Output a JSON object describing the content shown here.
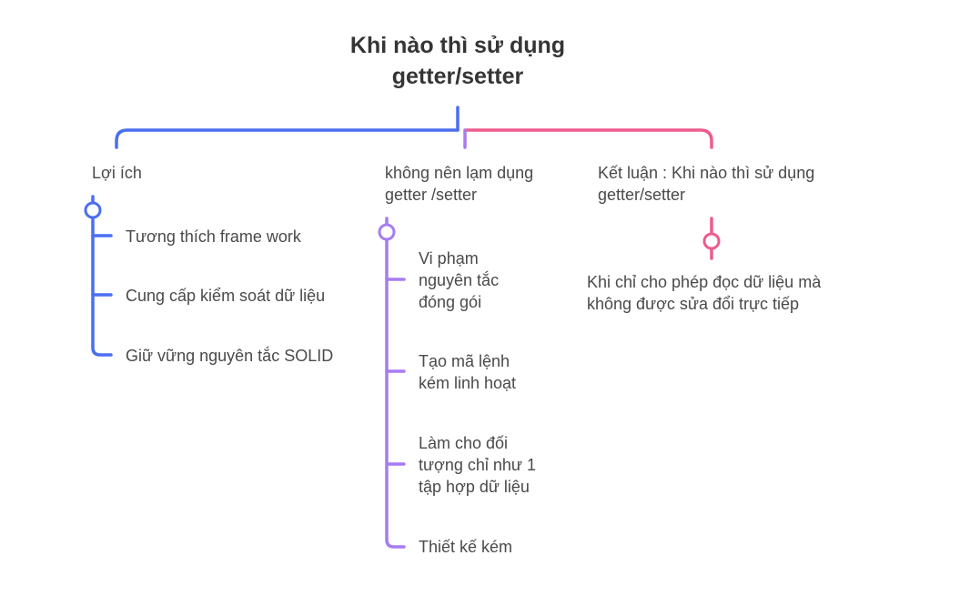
{
  "title": {
    "line1": "Khi nào thì sử dụng",
    "line2": "getter/setter"
  },
  "colors": {
    "blue": "#4a6ff0",
    "purple": "#a77cf0",
    "pink": "#ee5b8c"
  },
  "branches": {
    "benefits": {
      "label": "Lợi ích",
      "items": [
        "Tương thích frame work",
        "Cung cấp kiểm soát dữ liệu",
        "Giữ vững nguyên tắc SOLID"
      ]
    },
    "avoid": {
      "label_line1": "không nên lạm dụng",
      "label_line2": "getter /setter",
      "items": [
        {
          "line1": "Vi phạm",
          "line2": "nguyên tắc",
          "line3": "đóng gói"
        },
        {
          "line1": "Tạo mã lệnh",
          "line2": "kém linh hoạt"
        },
        {
          "line1": "Làm cho đối",
          "line2": "tượng chỉ như 1",
          "line3": "tập hợp dữ liệu"
        },
        {
          "line1": "Thiết kế kém"
        }
      ]
    },
    "conclusion": {
      "label_line1": "Kết luận : Khi nào thì sử dụng",
      "label_line2": "getter/setter",
      "item_line1": "Khi chỉ cho phép đọc dữ liệu mà",
      "item_line2": "không được sửa đổi trực tiếp"
    }
  }
}
